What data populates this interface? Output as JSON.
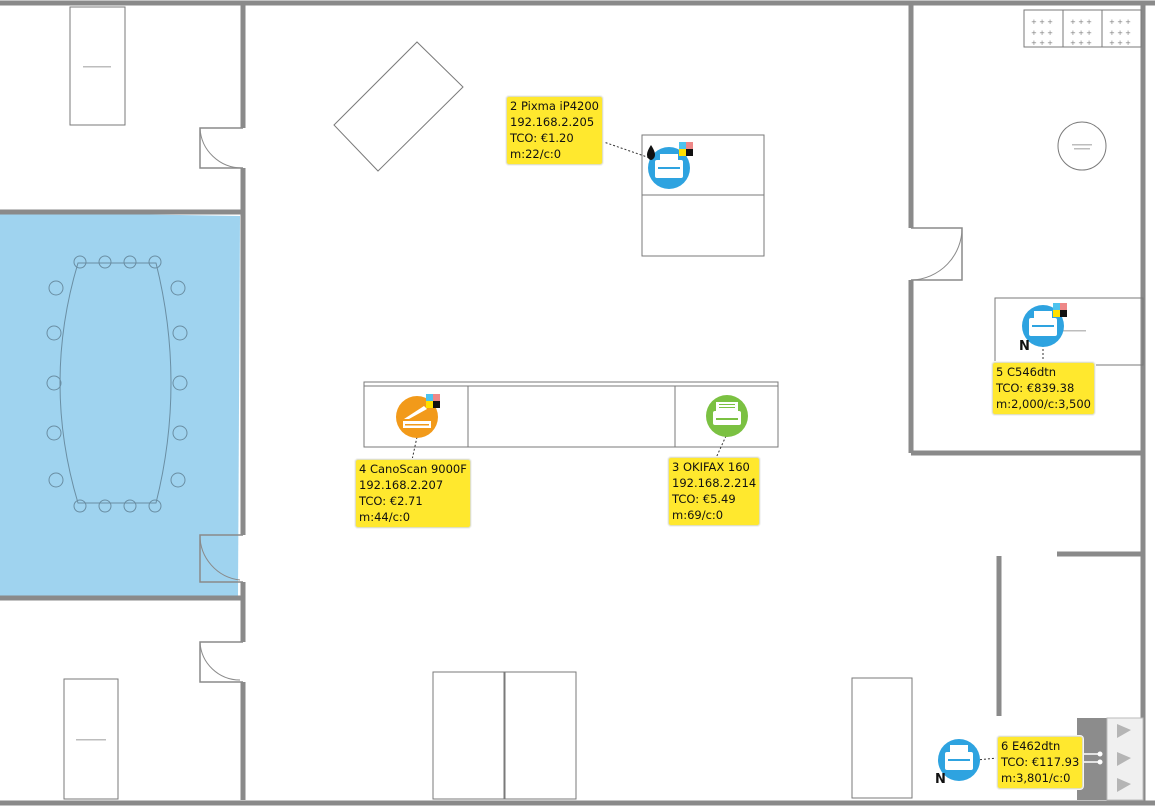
{
  "colors": {
    "wall": "#8a8a8a",
    "room_fill": "#9fd3ef",
    "label_bg": "#ffe82e",
    "printer_icon": "#2ea3e0",
    "scanner_icon": "#f29a1a",
    "fax_icon": "#7bc142"
  },
  "devices": [
    {
      "id": "2",
      "name": "2 Pixma iP4200",
      "ip": "192.168.2.205",
      "tco": "TCO: €1.20",
      "counters": "m:22/c:0",
      "icon": "inkjet-printer-icon",
      "color": "#2ea3e0"
    },
    {
      "id": "4",
      "name": "4 CanoScan 9000F",
      "ip": "192.168.2.207",
      "tco": "TCO: €2.71",
      "counters": "m:44/c:0",
      "icon": "scanner-icon",
      "color": "#f29a1a"
    },
    {
      "id": "3",
      "name": "3 OKIFAX 160",
      "ip": "192.168.2.214",
      "tco": "TCO: €5.49",
      "counters": "m:69/c:0",
      "icon": "fax-icon",
      "color": "#7bc142"
    },
    {
      "id": "5",
      "name": "5 C546dtn",
      "tco": "TCO: €839.38",
      "counters": "m:2,000/c:3,500",
      "icon": "network-printer-icon",
      "color": "#2ea3e0",
      "network_badge": "N"
    },
    {
      "id": "6",
      "name": "6 E462dtn",
      "tco": "TCO: €117.93",
      "counters": "m:3,801/c:0",
      "icon": "network-printer-icon",
      "color": "#2ea3e0",
      "network_badge": "N"
    }
  ]
}
